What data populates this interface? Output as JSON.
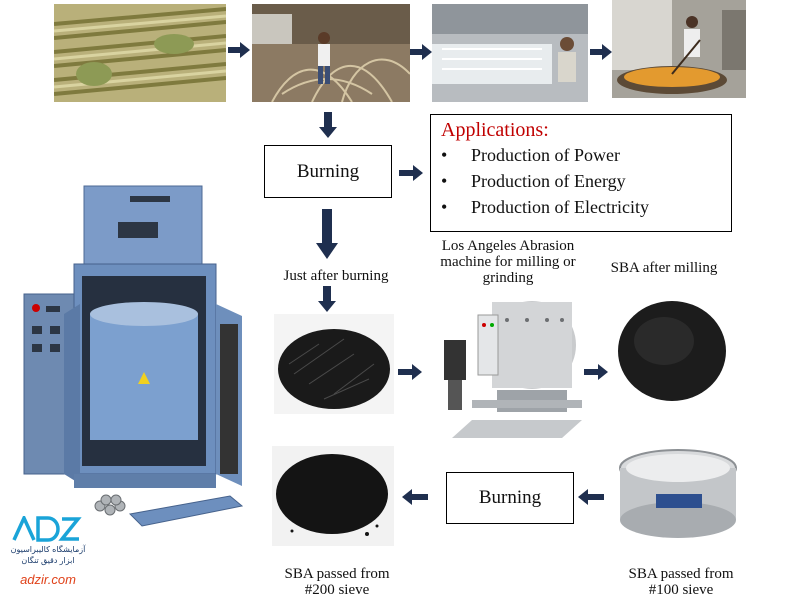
{
  "boxes": {
    "burning_top": "Burning",
    "burning_bottom": "Burning"
  },
  "applications": {
    "title": "Applications:",
    "items": [
      "Production of Power",
      "Production of Energy",
      "Production of Electricity"
    ]
  },
  "captions": {
    "just_after": "Just after burning",
    "la_machine": "Los Angeles Abrasion machine for milling or grinding",
    "sba_after_milling": "SBA after milling",
    "sba_100": "SBA passed from #100 sieve",
    "sba_200": "SBA passed from #200 sieve"
  },
  "logo": {
    "mark": "ADZ",
    "subtitle_1": "آزمایشگاه کالیبراسیون",
    "subtitle_2": "ابزار دقیق تنگان",
    "domain": "adzir.com"
  },
  "colors": {
    "arrow": "#1f2f4f",
    "apps_title": "#c00000",
    "machine_blue": "#6f93c2",
    "logo_blue": "#1aa4d8"
  }
}
